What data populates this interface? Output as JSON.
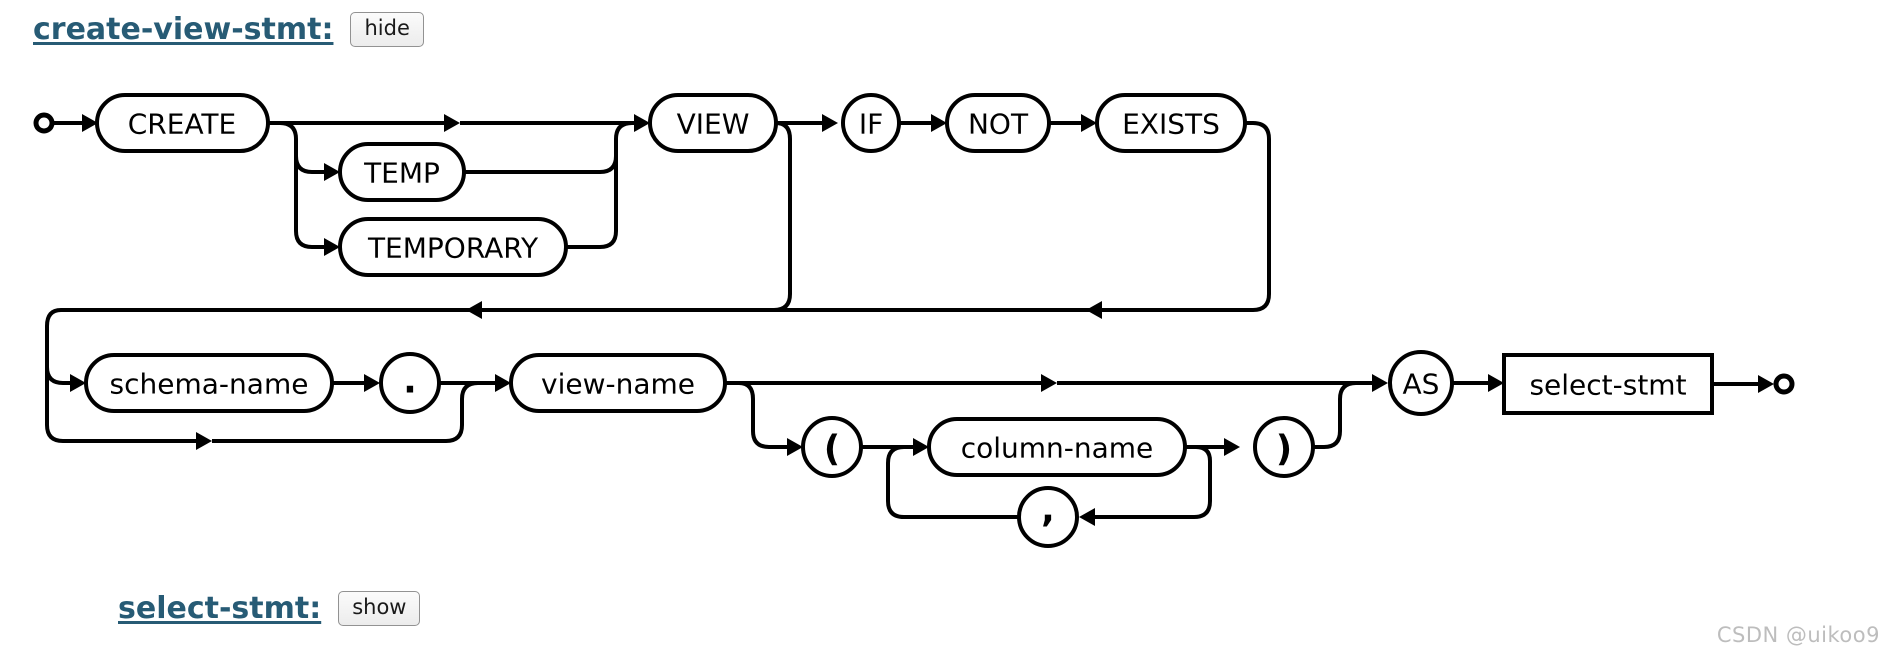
{
  "page": {
    "background": "#ffffff",
    "watermark_text": "CSDN @uikoo9"
  },
  "colors": {
    "heading_link": "#275b75",
    "diagram_stroke": "#000000",
    "button_background": "#efefef",
    "button_border": "#929292",
    "watermark": "#bdbdbd"
  },
  "sections": {
    "create_view": {
      "heading": "create-view-stmt:",
      "toggle_label": "hide"
    },
    "select_stmt": {
      "heading": "select-stmt:",
      "toggle_label": "show"
    }
  },
  "diagram": {
    "title": "create-view-stmt syntax railroad diagram",
    "nodes": {
      "create": {
        "label": "CREATE",
        "kind": "keyword"
      },
      "temp": {
        "label": "TEMP",
        "kind": "keyword"
      },
      "temporary": {
        "label": "TEMPORARY",
        "kind": "keyword"
      },
      "view": {
        "label": "VIEW",
        "kind": "keyword"
      },
      "if": {
        "label": "IF",
        "kind": "keyword"
      },
      "not": {
        "label": "NOT",
        "kind": "keyword"
      },
      "exists": {
        "label": "EXISTS",
        "kind": "keyword"
      },
      "schema_name": {
        "label": "schema-name",
        "kind": "name"
      },
      "dot": {
        "label": ".",
        "kind": "punctuation"
      },
      "view_name": {
        "label": "view-name",
        "kind": "name"
      },
      "lparen": {
        "label": "(",
        "kind": "punctuation"
      },
      "column_name": {
        "label": "column-name",
        "kind": "name"
      },
      "comma": {
        "label": ",",
        "kind": "punctuation"
      },
      "rparen": {
        "label": ")",
        "kind": "punctuation"
      },
      "as": {
        "label": "AS",
        "kind": "keyword"
      },
      "select_stmt": {
        "label": "select-stmt",
        "kind": "nonterminal"
      }
    }
  }
}
